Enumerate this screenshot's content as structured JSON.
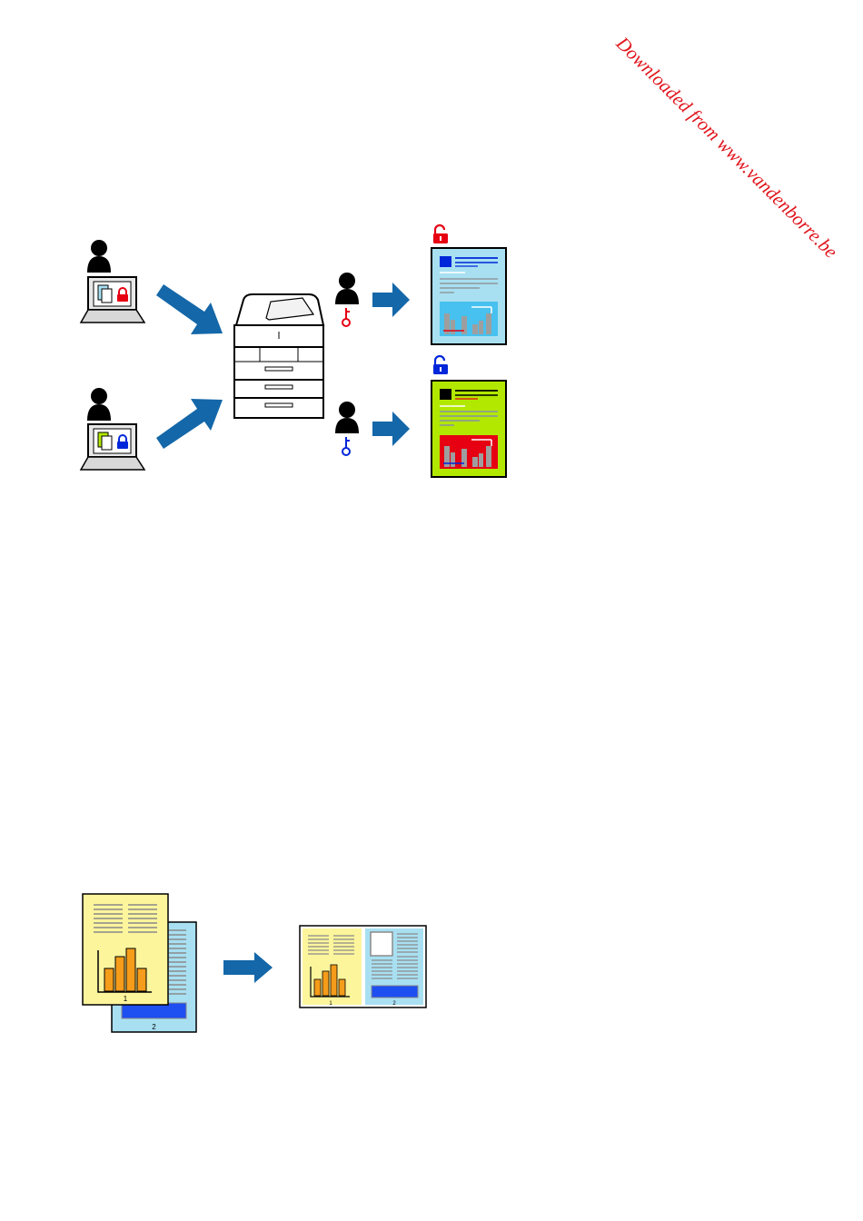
{
  "watermark": {
    "text": "Downloaded from www.vandenborre.be"
  },
  "diagram2": {
    "page1_label": "1",
    "page2_label": "2",
    "out_label1": "1",
    "out_label2": "2"
  },
  "colors": {
    "arrow": "#1467a8",
    "red": "#e60012",
    "blue": "#0026d9",
    "lightblue": "#a8e0f2",
    "lime": "#b2e800",
    "yellow": "#fcf59c",
    "orange": "#f59c1a",
    "gray": "#9e9e9e"
  },
  "icons": [
    "user-icon",
    "laptop-icon",
    "printer-icon",
    "arrow-icon",
    "lock-icon",
    "key-icon",
    "document-icon",
    "bar-chart-icon"
  ]
}
